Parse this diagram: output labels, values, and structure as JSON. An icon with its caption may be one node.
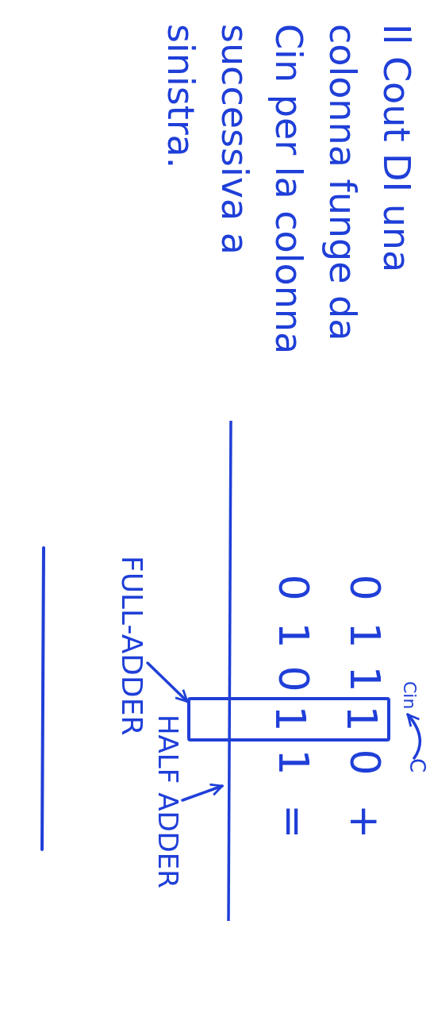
{
  "diagram": {
    "nodes": [
      {
        "text": [
          "Il Cout DI una colonna funge da Cin per la colonna successiva a sinistra."
        ]
      },
      {
        "text": [
          "1",
          "1"
        ]
      },
      {
        "text": [
          "HALF ADDER"
        ]
      },
      {
        "text": [
          "FULL-ADDER"
        ]
      },
      {
        "text": [
          "Cin"
        ]
      },
      {
        "text": [
          "C"
        ]
      }
    ],
    "edges": [
      {
        "from": 3,
        "to": 1,
        "arrow": "to"
      },
      {
        "from": 2,
        "to": null,
        "arrow": "to"
      },
      {
        "from": 5,
        "to": 4,
        "arrow": "to"
      }
    ],
    "labels": [
      "0",
      "1",
      "1",
      "0",
      "+",
      "0",
      "1",
      "0",
      "1",
      "="
    ]
  }
}
